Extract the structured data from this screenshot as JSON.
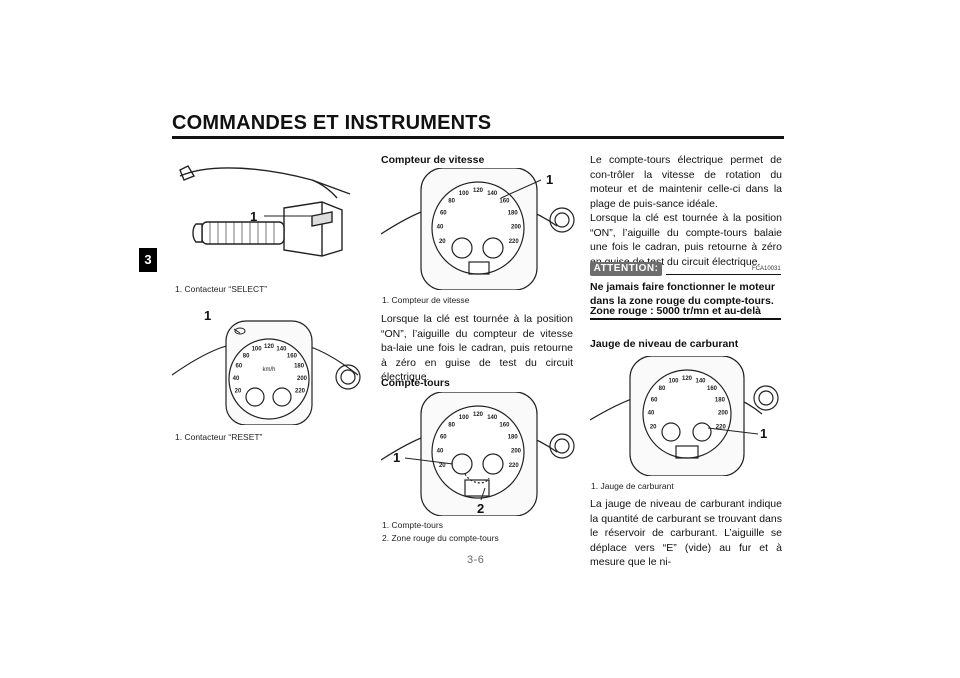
{
  "header": {
    "title": "COMMANDES ET INSTRUMENTS",
    "chapter_tab": "3"
  },
  "col1": {
    "fig1_callout": "1",
    "fig1_caption": "1.  Contacteur “SELECT”",
    "fig2_callout": "1",
    "fig2_caption": "1.  Contacteur “RESET”"
  },
  "col2": {
    "speedo_heading": "Compteur de vitesse",
    "fig3_callout": "1",
    "fig3_caption": "1.  Compteur de vitesse",
    "speedo_para": "Lorsque la clé est tournée à la position “ON”, l’aiguille du compteur de vitesse ba-laie une fois le cadran, puis retourne à zéro en guise de test du circuit électrique.",
    "tacho_heading": "Compte-tours",
    "fig4_callout1": "1",
    "fig4_callout2": "2",
    "fig4_caption1": "1.  Compte-tours",
    "fig4_caption2": "2.  Zone rouge du compte-tours"
  },
  "col3": {
    "tacho_para": "Le compte-tours électrique permet de con-trôler la vitesse de rotation du moteur et de maintenir celle-ci dans la plage de puis-sance idéale.",
    "tacho_para2": "Lorsque la clé est tournée à la position “ON”, l’aiguille du compte-tours balaie une fois le cadran, puis retourne à zéro en guise de test du circuit électrique.",
    "attention_label": "ATTENTION:",
    "attention_code": "FCA10031",
    "attention_text": "Ne jamais faire fonctionner le moteur dans la zone rouge du compte-tours.",
    "attention_zone": "Zone rouge : 5000 tr/mn et au-delà",
    "fuel_heading": "Jauge de niveau de carburant",
    "fig5_callout": "1",
    "fig5_caption": "1.  Jauge de carburant",
    "fuel_para": "La jauge de niveau de carburant indique la quantité de carburant se trouvant dans le réservoir de carburant. L’aiguille se déplace vers “E” (vide) au fur et à mesure que le ni-"
  },
  "footer": {
    "page_number": "3-6"
  },
  "dial": {
    "unit": "km/h",
    "ticks": [
      "20",
      "40",
      "60",
      "80",
      "100",
      "120",
      "140",
      "160",
      "180",
      "200",
      "220"
    ]
  }
}
